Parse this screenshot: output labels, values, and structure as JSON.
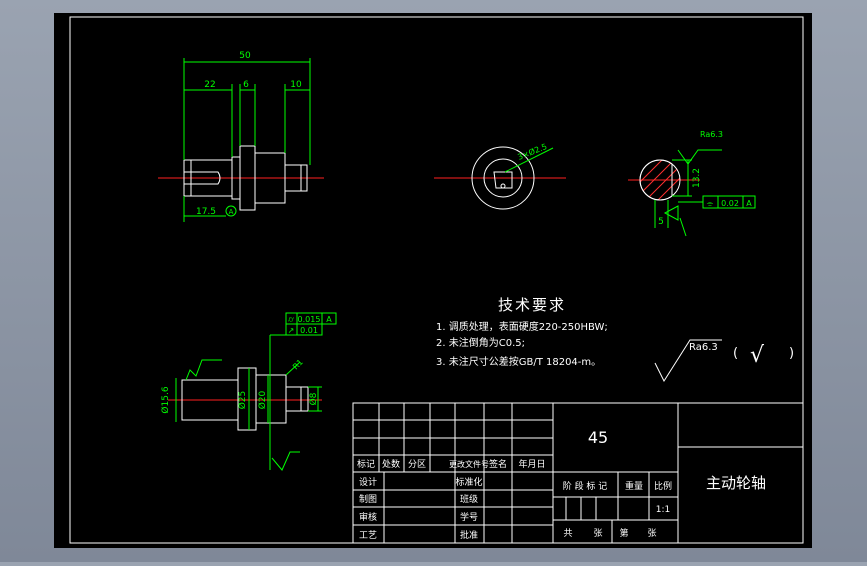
{
  "colors": {
    "background": "#000000",
    "frame": "#ffffff",
    "part_outline": "#ffffff",
    "dimension": "#00ff00",
    "centerline": "#ff0000",
    "outer": "#8d96a6"
  },
  "front_view": {
    "dim_total": "50",
    "dim_left": "22",
    "dim_step": "6",
    "dim_right": "10",
    "dim_bottom": "17.5",
    "datum": "A"
  },
  "end_view": {
    "dim_diameter": "3×Ø2.5"
  },
  "section_view": {
    "roughness": "Ra6.3",
    "dim_height": "13.2",
    "dim_width": "5",
    "tolerance_symbol": "⌯",
    "tolerance_value": "0.02",
    "datum": "A"
  },
  "lower_view": {
    "dia_small": "Ø15.6",
    "dia_mid": "Ø25",
    "dia_large": "Ø20",
    "dia_end": "Ø8",
    "tol1_symbol": "⌭",
    "tol1_value": "0.015",
    "tol1_datum": "A",
    "tol2_symbol": "↗",
    "tol2_value": "0.01",
    "chamfer": "R1"
  },
  "requirements": {
    "title": "技术要求",
    "items": [
      "1. 调质处理，表面硬度220-250HBW;",
      "2. 未注倒角为C0.5;",
      "3. 未注尺寸公差按GB/T 18204-m。"
    ]
  },
  "roughness_general": {
    "value": "Ra6.3",
    "paren_open": "(",
    "check": "√",
    "paren_close": ")"
  },
  "title_block": {
    "material": "45",
    "part_name": "主动轮轴",
    "rev_headers": [
      "标记",
      "处数",
      "分区",
      "更改文件号",
      "签名",
      "年月日"
    ],
    "design": "设计",
    "standardize": "标准化",
    "draw": "制图",
    "grade": "班级",
    "check": "审核",
    "student_no": "学号",
    "process": "工艺",
    "approve": "批准",
    "stage_label": "阶 段 标 记",
    "weight_label": "重量",
    "scale_label": "比例",
    "scale_value": "1:1",
    "total": "共",
    "sheet": "张",
    "no": "第",
    "sheet2": "张"
  }
}
